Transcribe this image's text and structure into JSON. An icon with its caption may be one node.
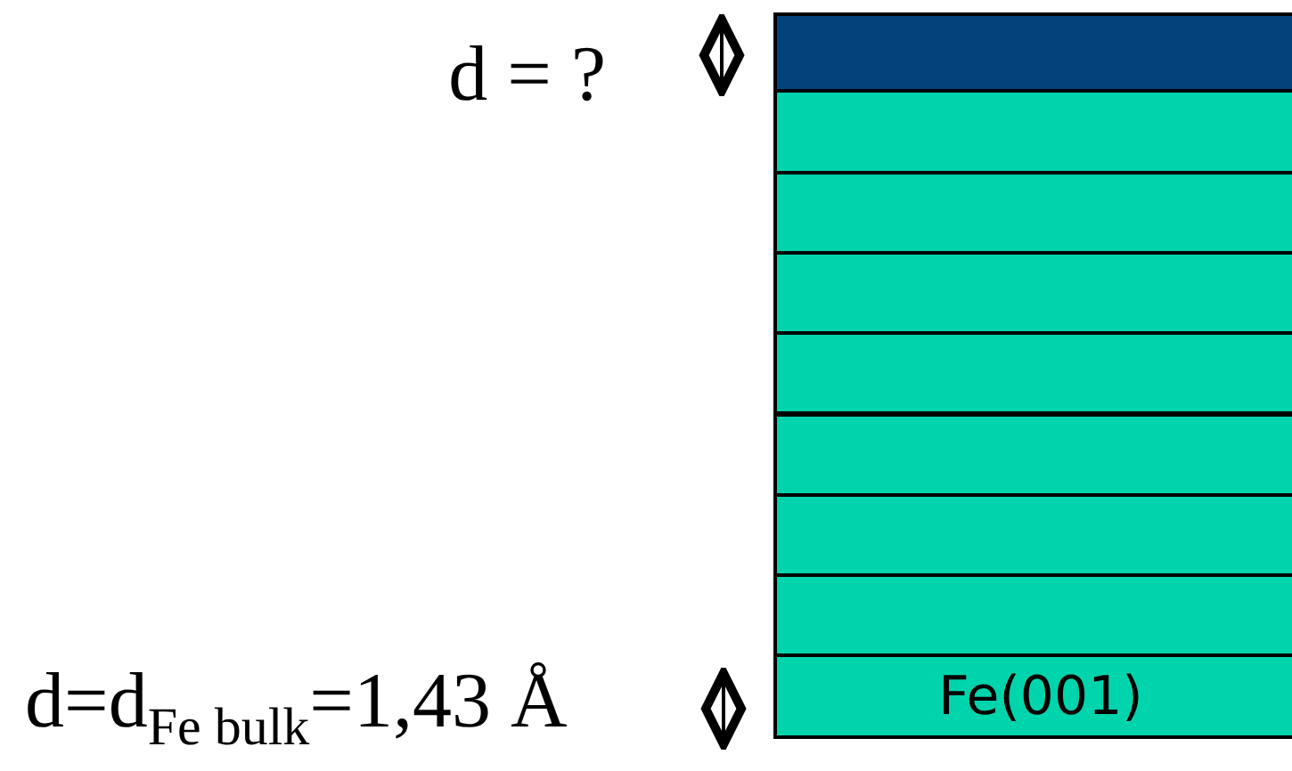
{
  "diagram": {
    "nodes": [
      {
        "text": [],
        "shape": "bar"
      },
      {
        "text": [],
        "shape": "bar"
      },
      {
        "text": [],
        "shape": "bar"
      },
      {
        "text": [],
        "shape": "bar"
      },
      {
        "text": [],
        "shape": "bar"
      },
      {
        "text": [],
        "shape": "bar"
      },
      {
        "text": [],
        "shape": "bar"
      },
      {
        "text": [],
        "shape": "bar"
      },
      {
        "text": [
          "Fe(001)"
        ]
      }
    ],
    "labels": [
      "d = ?",
      "d=d$_{Fe bulk}$=1,43 Å"
    ]
  }
}
